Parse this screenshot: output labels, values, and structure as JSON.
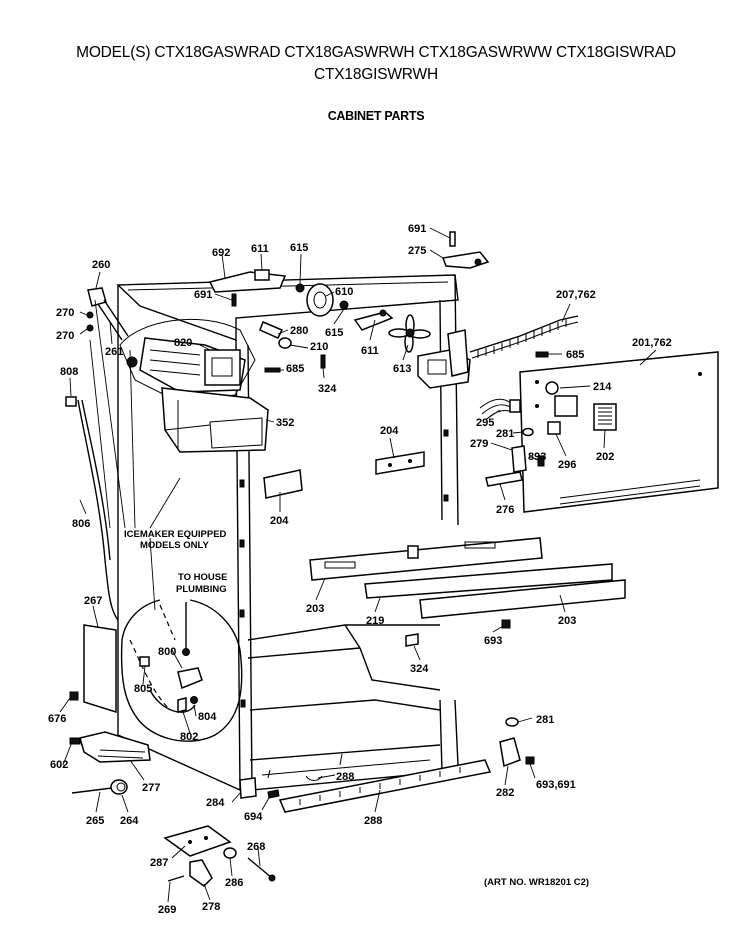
{
  "header": {
    "models_line1": "MODEL(S) CTX18GASWRAD  CTX18GASWRWH  CTX18GASWRWW  CTX18GISWRAD",
    "models_line2": "CTX18GISWRWH",
    "section_title": "CABINET PARTS"
  },
  "callouts": {
    "c691a": "691",
    "c275": "275",
    "c692": "692",
    "c611a": "611",
    "c615a": "615",
    "c610": "610",
    "c691b": "691",
    "c280": "280",
    "c615b": "615",
    "c210": "210",
    "c611b": "611",
    "c613": "613",
    "c260": "260",
    "c270a": "270",
    "c270b": "270",
    "c261": "261",
    "c820": "820",
    "c685a": "685",
    "c324a": "324",
    "c808": "808",
    "c352": "352",
    "c207": "207,762",
    "c685b": "685",
    "c201": "201,762",
    "c214": "214",
    "c295": "295",
    "c281a": "281",
    "c279": "279",
    "c893": "893",
    "c296": "296",
    "c202": "202",
    "c204a": "204",
    "c204b": "204",
    "c276": "276",
    "c806": "806",
    "c203a": "203",
    "c219": "219",
    "c203b": "203",
    "c693": "693",
    "c267": "267",
    "c800": "800",
    "c324b": "324",
    "c805": "805",
    "c804": "804",
    "c802": "802",
    "c676": "676",
    "c281b": "281",
    "c602": "602",
    "c277": "277",
    "c288a": "288",
    "c693b": "693,691",
    "c282": "282",
    "c284": "284",
    "c694": "694",
    "c288b": "288",
    "c265": "265",
    "c264": "264",
    "c268": "268",
    "c287": "287",
    "c286": "286",
    "c269": "269",
    "c278": "278"
  },
  "notes": {
    "icemaker_line1": "ICEMAKER EQUIPPED",
    "icemaker_line2": "MODELS ONLY",
    "plumbing_line1": "TO HOUSE",
    "plumbing_line2": "PLUMBING"
  },
  "footer": {
    "art_number": "(ART NO. WR18201 C2)"
  }
}
